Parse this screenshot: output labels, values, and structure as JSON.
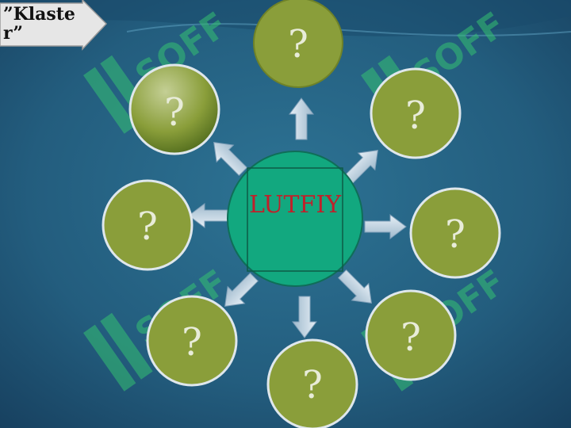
{
  "title": "”Klaster”",
  "center": {
    "label": "LUTFIY"
  },
  "nodes": [
    {
      "id": "top",
      "label": "?"
    },
    {
      "id": "top-right",
      "label": "?"
    },
    {
      "id": "right",
      "label": "?"
    },
    {
      "id": "bottom-right",
      "label": "?"
    },
    {
      "id": "bottom",
      "label": "?"
    },
    {
      "id": "bottom-left",
      "label": "?"
    },
    {
      "id": "left",
      "label": "?"
    },
    {
      "id": "top-left",
      "label": "?"
    }
  ],
  "colors": {
    "background_top": "#1b3e5c",
    "background_mid": "#2a6a8c",
    "node_fill": "#8a9e3a",
    "center_fill": "#12a87f",
    "center_text": "#c0202a",
    "arrow_fill": "#c9dbe8",
    "watermark": "#35c272"
  },
  "watermark_text": "SOFF"
}
